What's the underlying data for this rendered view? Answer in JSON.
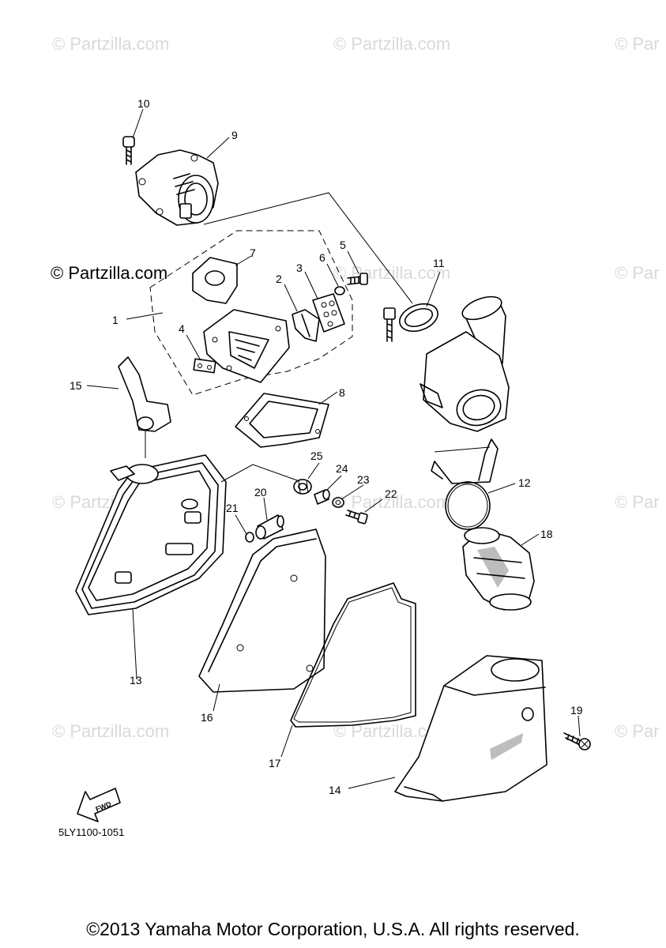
{
  "watermark": {
    "faint": "© Partzilla.com",
    "faint_cut": "© Par",
    "main": "© Partzilla.com"
  },
  "callouts": [
    "1",
    "2",
    "3",
    "4",
    "5",
    "6",
    "7",
    "8",
    "9",
    "10",
    "11",
    "12",
    "13",
    "14",
    "15",
    "16",
    "17",
    "18",
    "19",
    "20",
    "21",
    "22",
    "23",
    "24",
    "25"
  ],
  "fwd_label": "FWD",
  "diagram_code": "5LY1100-1051",
  "copyright": "©2013 Yamaha Motor Corporation, U.S.A. All rights reserved."
}
